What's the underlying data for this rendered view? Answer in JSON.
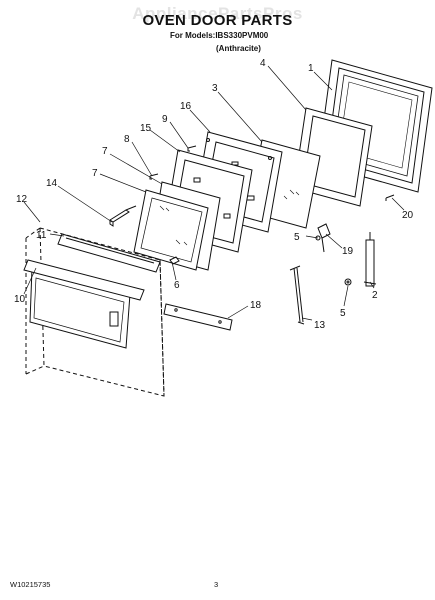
{
  "watermark": "AppliancePartsPros",
  "title": "OVEN DOOR PARTS",
  "models_line": "For Models:IBS330PVM00",
  "variant": "(Anthracite)",
  "footer": {
    "doc_number": "W10215735",
    "page_number": "3"
  },
  "callouts": {
    "c1": "1",
    "c2": "2",
    "c3": "3",
    "c4": "4",
    "c5a": "5",
    "c5b": "5",
    "c6": "6",
    "c7a": "7",
    "c7b": "7",
    "c8": "8",
    "c9": "9",
    "c10": "10",
    "c11": "11",
    "c12": "12",
    "c13": "13",
    "c14": "14",
    "c15": "15",
    "c16": "16",
    "c18": "18",
    "c19": "19",
    "c20": "20"
  }
}
